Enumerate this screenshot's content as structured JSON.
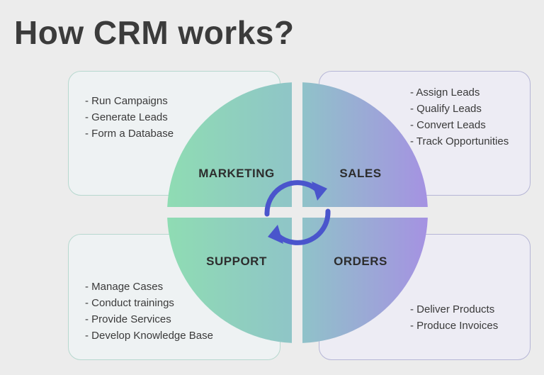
{
  "title": "How CRM works?",
  "quadrants": {
    "marketing": {
      "label": "MARKETING",
      "items": [
        "Run Campaigns",
        "Generate Leads",
        "Form a Database"
      ]
    },
    "sales": {
      "label": "SALES",
      "items": [
        "Assign Leads",
        "Qualify Leads",
        "Convert Leads",
        "Track Opportunities"
      ]
    },
    "support": {
      "label": "SUPPORT",
      "items": [
        "Manage Cases",
        "Conduct trainings",
        "Provide Services",
        "Develop Knowledge Base"
      ]
    },
    "orders": {
      "label": "ORDERS",
      "items": [
        "Deliver Products",
        "Produce Invoices"
      ]
    }
  },
  "colors": {
    "background": "#ececec",
    "circle_left": "#8fdcb3",
    "circle_right": "#a592e2",
    "cycle_arrows": "#4a55cc",
    "title": "#3b3b3b"
  },
  "icons": {
    "center": "cycle-arrows-icon"
  }
}
